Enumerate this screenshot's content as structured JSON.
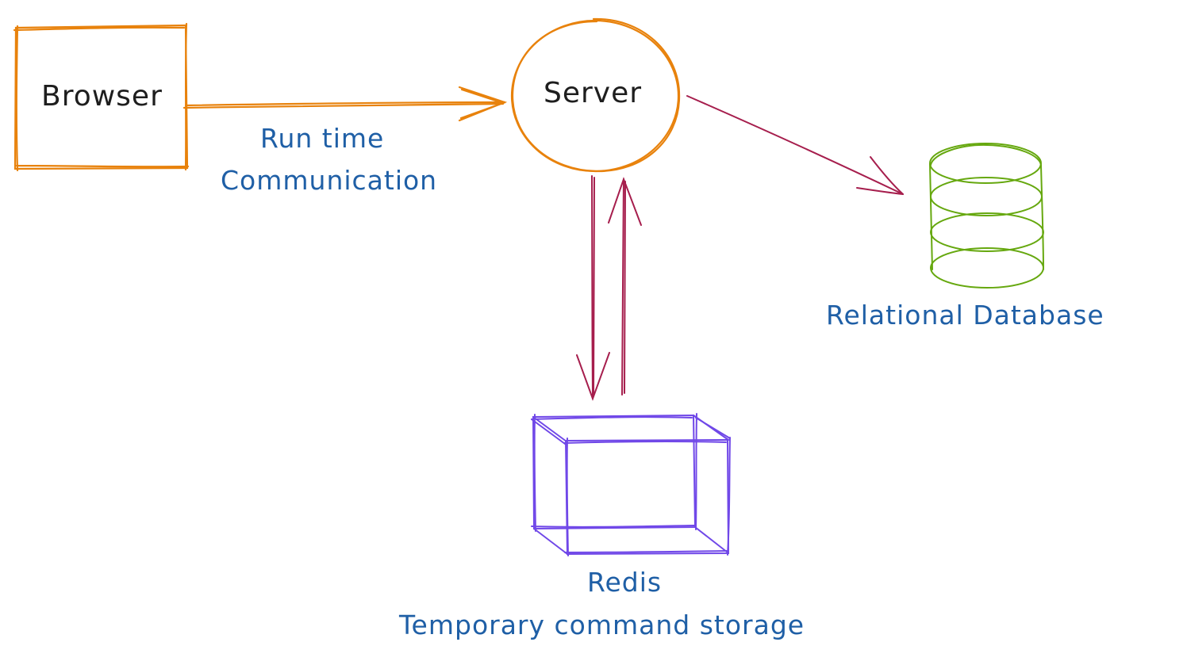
{
  "nodes": {
    "browser": {
      "label": "Browser",
      "stroke": "#e8820c"
    },
    "server": {
      "label": "Server",
      "stroke": "#e8820c"
    },
    "database": {
      "label": "Relational Database",
      "stroke": "#66a80f"
    },
    "redis": {
      "label": "Redis",
      "sublabel": "Temporary command storage",
      "stroke": "#7048e8"
    }
  },
  "edges": {
    "browser_to_server": {
      "label_line1": "Run time",
      "label_line2": "Communication",
      "stroke": "#e8820c"
    },
    "server_to_database": {
      "stroke": "#a61e4d"
    },
    "server_to_redis": {
      "stroke": "#a61e4d"
    },
    "redis_to_server": {
      "stroke": "#a61e4d"
    }
  },
  "colors": {
    "label_text": "#1e1e1e",
    "annotation_text": "#1f5fa6",
    "background": "#ffffff"
  }
}
